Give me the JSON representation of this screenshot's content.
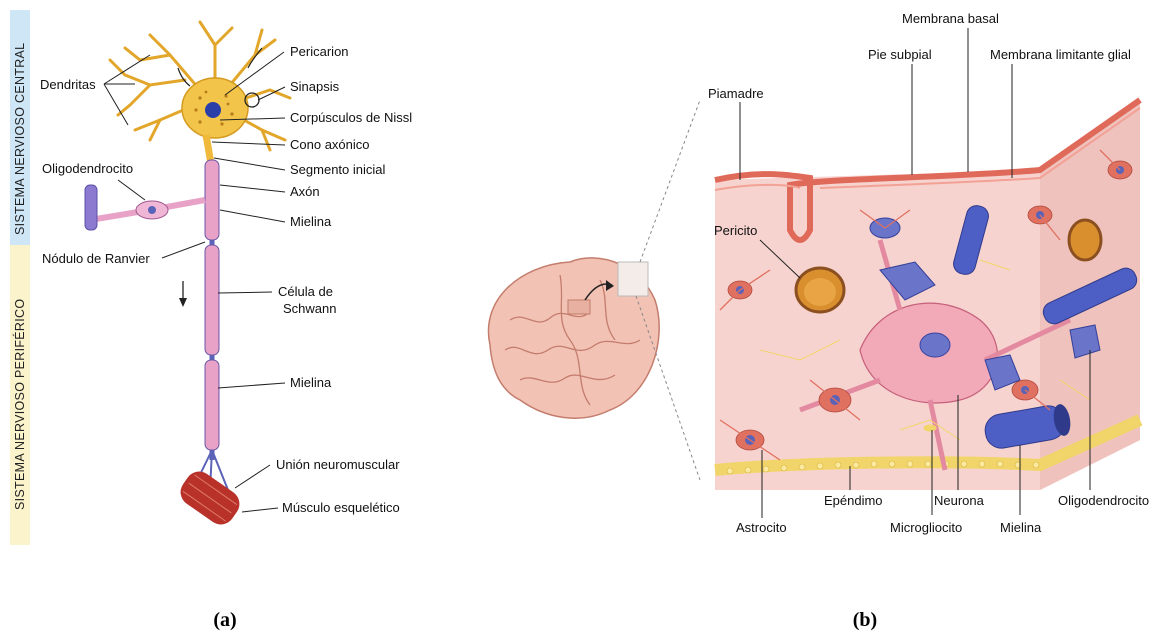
{
  "panel_a": {
    "side_labels": {
      "central": "SISTEMA NERVIOSO CENTRAL",
      "peripheral": "SISTEMA NERVIOSO PERIFÉRICO"
    },
    "labels": {
      "dendritas": "Dendritas",
      "pericarion": "Pericarion",
      "sinapsis": "Sinapsis",
      "nissl": "Corpúsculos de Nissl",
      "cono": "Cono axónico",
      "segmento": "Segmento inicial",
      "axon": "Axón",
      "oligodendrocito": "Oligodendrocito",
      "mielina1": "Mielina",
      "ranvier": "Nódulo de Ranvier",
      "schwann1": "Célula de",
      "schwann2": "Schwann",
      "mielina2": "Mielina",
      "union": "Unión neuromuscular",
      "musculo": "Músculo esquelético"
    },
    "caption": "(a)"
  },
  "panel_b": {
    "labels": {
      "membrana_basal": "Membrana basal",
      "pie_subpial": "Pie subpial",
      "membrana_limitante": "Membrana limitante glial",
      "piamadre": "Piamadre",
      "pericito": "Pericito",
      "astrocito": "Astrocito",
      "ependimo": "Epéndimo",
      "microgliocito": "Microgliocito",
      "neurona": "Neurona",
      "mielina": "Mielina",
      "oligodendrocito": "Oligodendrocito"
    },
    "caption": "(b)"
  },
  "colors": {
    "central_band": "#cfe6f6",
    "peripheral_band": "#fbf3cc",
    "neuron_body": "#f3c44a",
    "axon_blue": "#5b63b8",
    "myelin_pink": "#e8a2c8",
    "muscle_red": "#b8322a",
    "tissue_pink": "#f7d3d0",
    "pia_red": "#e06a5a",
    "ependyma_yellow": "#f1d56a"
  }
}
